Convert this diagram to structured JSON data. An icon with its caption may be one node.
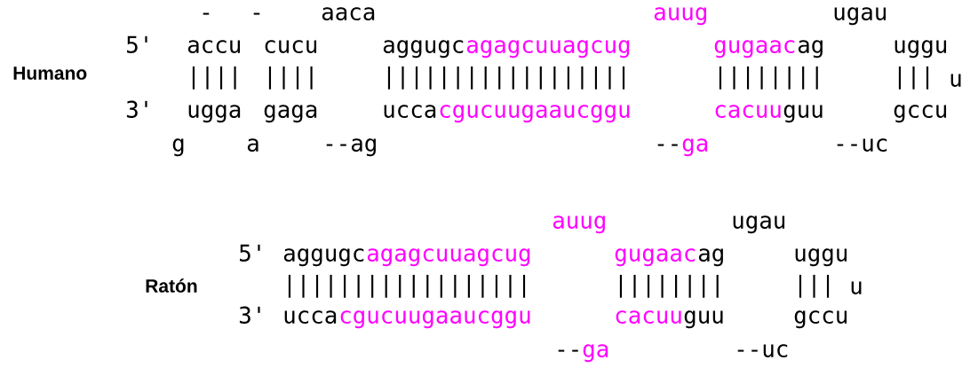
{
  "diagram": {
    "labels": [
      "Humano",
      "-",
      "-",
      "aaca",
      "auug",
      "ugau",
      "5'",
      "accu",
      "cucu",
      "aggugc",
      "agagcuuagcug",
      "gugaac",
      "ag",
      "uggu",
      "||||",
      "||||",
      "||||||||||||||||||",
      "||||||||",
      "|||",
      "u",
      "3'",
      "ugga",
      "gaga",
      "ucca",
      "cgucuugaaucggu",
      "cacuu",
      "guu",
      "gccu",
      "g",
      "a",
      "--ag",
      "--",
      "ga",
      "--uc",
      "Ratón",
      "auug",
      "ugau",
      "5'",
      "aggugc",
      "agagcuuagcug",
      "gugaac",
      "ag",
      "uggu",
      "||||||||||||||||||",
      "||||||||",
      "|||",
      "u",
      "3'",
      "ucca",
      "cgucuugaaucggu",
      "cacuu",
      "guu",
      "gccu",
      "--",
      "ga",
      "--uc"
    ]
  }
}
